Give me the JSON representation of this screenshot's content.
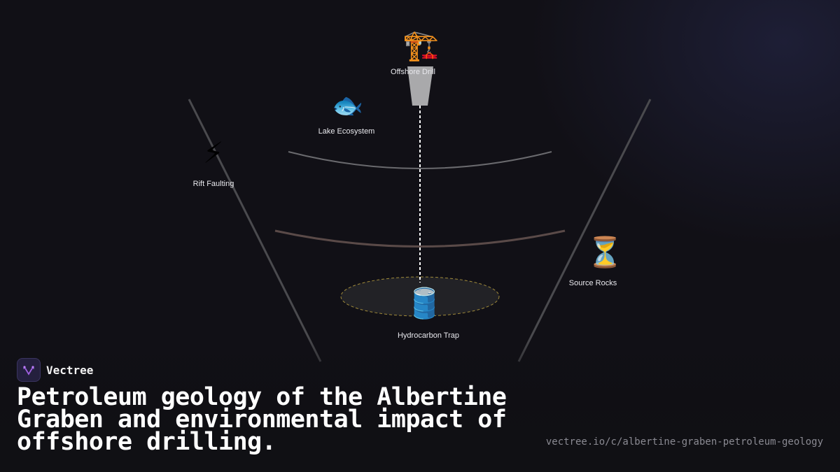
{
  "nodes": {
    "offshore_drill": {
      "icon": "🏗️",
      "icon_name": "crane-icon",
      "label": "Offshore Drill"
    },
    "lake_ecosystem": {
      "icon": "🐟",
      "icon_name": "fish-icon",
      "label": "Lake Ecosystem"
    },
    "rift_faulting": {
      "icon": "⚡",
      "icon_name": "lightning-icon",
      "label": "Rift Faulting"
    },
    "source_rocks": {
      "icon": "⏳",
      "icon_name": "hourglass-icon",
      "label": "Source Rocks"
    },
    "hydrocarbon_trap": {
      "icon": "🛢️",
      "icon_name": "oil-barrel-icon",
      "label": "Hydrocarbon Trap"
    }
  },
  "brand": {
    "name": "Vectree"
  },
  "title": "Petroleum geology of the Albertine Graben and environmental impact of offshore drilling.",
  "url": "vectree.io/c/albertine-graben-petroleum-geology",
  "colors": {
    "background": "#111016",
    "fault_lines": "#4a4a4e",
    "layer_upper": "#6a6a6e",
    "layer_lower": "#5a4a48",
    "trap_fill": "#222226",
    "trap_outline": "#a08a3a",
    "drill_pipe": "#ffffff",
    "drill_funnel": "#a9a9ab"
  }
}
